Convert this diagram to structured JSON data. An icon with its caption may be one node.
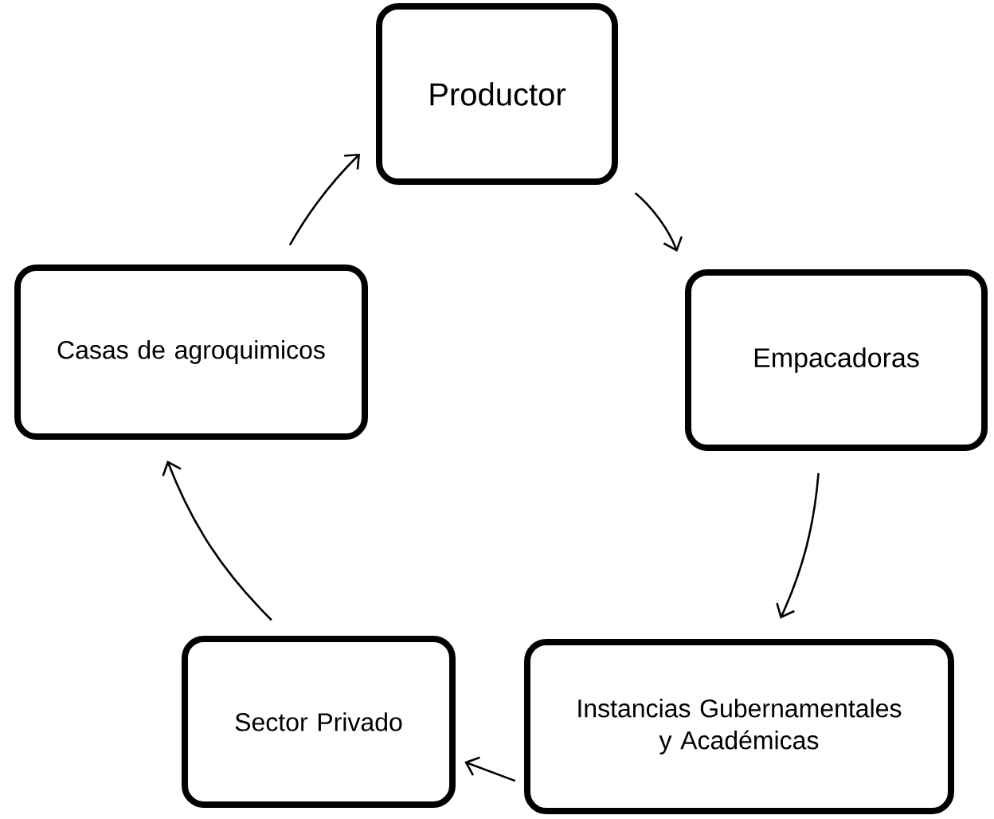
{
  "diagram": {
    "nodes": [
      {
        "text": [
          "Productor"
        ]
      },
      {
        "text": [
          "Empacadoras"
        ]
      },
      {
        "text": [
          "Instancias Gubernamentales y Académicas"
        ]
      },
      {
        "text": [
          "Sector Privado"
        ]
      },
      {
        "text": [
          "Casas de agroquimicos"
        ]
      }
    ],
    "edges": [
      {
        "from": 0,
        "to": 1,
        "arrow": "to"
      },
      {
        "from": 1,
        "to": 2,
        "arrow": "to"
      },
      {
        "from": 2,
        "to": 3,
        "arrow": "to"
      },
      {
        "from": 3,
        "to": 4,
        "arrow": "to"
      },
      {
        "from": 4,
        "to": 0,
        "arrow": "to"
      }
    ]
  }
}
